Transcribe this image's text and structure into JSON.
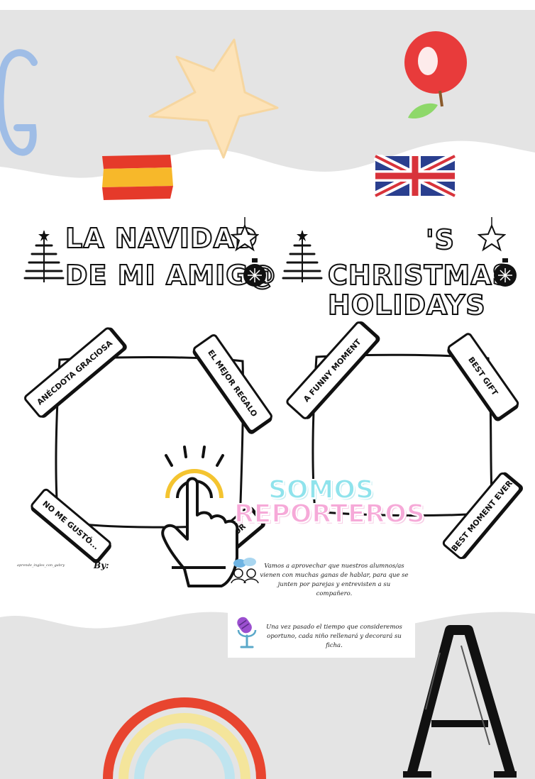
{
  "left_title": {
    "line1": "LA NAVIDAD",
    "line2": "DE MI AMIG@"
  },
  "right_title": {
    "line1": "'S",
    "line2": "CHRISTMAS",
    "line3": "HOLIDAYS"
  },
  "left_frame": {
    "tape_top_left": "ANÉCDOTA GRACIOSA",
    "tape_top_right": "EL MEJOR REGALO",
    "tape_bottom_left": "NO ME GUSTÓ...",
    "tape_bottom_right": "MEJOR"
  },
  "right_frame": {
    "tape_top_left": "A FUNNY MOMENT",
    "tape_top_right": "BEST GIFT",
    "tape_bottom_right": "BEST MOMENT EVER"
  },
  "footer": {
    "credit": "aprende_ingles_con_gabry",
    "by_label": "By:"
  },
  "overlay": {
    "title_line1": "SOMOS",
    "title_line2": "REPORTEROS",
    "paragraph1": "Vamos a aprovechar que nuestros alumnos/as vienen con muchas ganas de hablar, para que se junten por parejas y entrevisten a su compañero.",
    "paragraph2": "Una vez pasado el tiempo que consideremos oportuno, cada niño rellenará y decorará su ficha."
  },
  "colors": {
    "background_band": "#e4e4e4",
    "star": "#fde3b8",
    "apple": "#e83b3b",
    "rainbow": [
      "#e8452f",
      "#f4e59b",
      "#bfe4ef"
    ],
    "somos": "#8fe3ec",
    "reporteros": "#f6a9d8",
    "hand_highlight": "#f4c430"
  },
  "icons": [
    "christmas-tree-icon",
    "star-ornament-icon",
    "bauble-icon",
    "spain-flag-icon",
    "uk-flag-icon",
    "apple-icon",
    "star-icon",
    "rainbow-icon",
    "letter-a-icon",
    "letter-g-icon",
    "pointing-hand-icon",
    "chat-people-icon",
    "microphone-icon"
  ]
}
